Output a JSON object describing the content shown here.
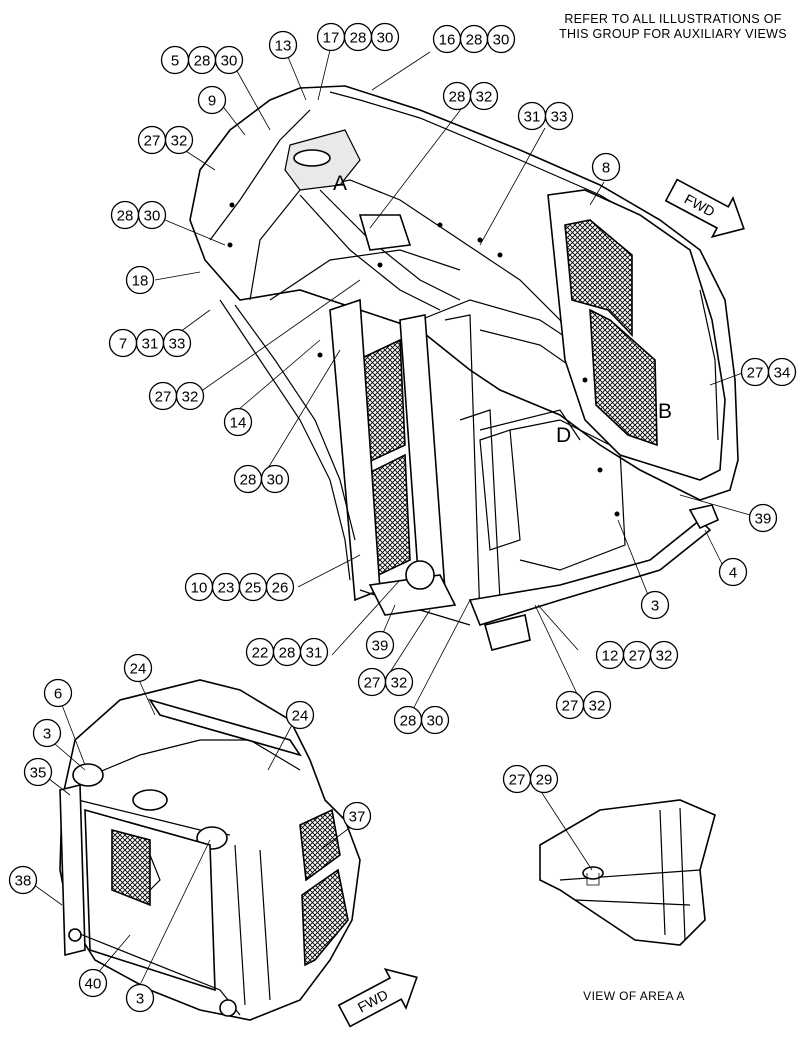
{
  "note": {
    "line1": "REFER TO ALL ILLUSTRATIONS OF",
    "line2": "THIS GROUP FOR AUXILIARY VIEWS"
  },
  "fwd_top": "FWD",
  "fwd_bottom": "FWD",
  "area_letters": {
    "a": "A",
    "b": "B",
    "d": "D"
  },
  "view_caption": "VIEW OF AREA A",
  "callouts": [
    {
      "id": "c01",
      "nums": [
        "5",
        "28",
        "30"
      ]
    },
    {
      "id": "c02",
      "nums": [
        "13"
      ]
    },
    {
      "id": "c03",
      "nums": [
        "17",
        "28",
        "30"
      ]
    },
    {
      "id": "c04",
      "nums": [
        "16",
        "28",
        "30"
      ]
    },
    {
      "id": "c05",
      "nums": [
        "9"
      ]
    },
    {
      "id": "c06",
      "nums": [
        "28",
        "32"
      ]
    },
    {
      "id": "c07",
      "nums": [
        "31",
        "33"
      ]
    },
    {
      "id": "c08",
      "nums": [
        "27",
        "32"
      ]
    },
    {
      "id": "c09",
      "nums": [
        "8"
      ]
    },
    {
      "id": "c10",
      "nums": [
        "28",
        "30"
      ]
    },
    {
      "id": "c11",
      "nums": [
        "18"
      ]
    },
    {
      "id": "c12",
      "nums": [
        "7",
        "31",
        "33"
      ]
    },
    {
      "id": "c13",
      "nums": [
        "27",
        "32"
      ]
    },
    {
      "id": "c14",
      "nums": [
        "27",
        "34"
      ]
    },
    {
      "id": "c15",
      "nums": [
        "14"
      ]
    },
    {
      "id": "c16",
      "nums": [
        "28",
        "30"
      ]
    },
    {
      "id": "c17",
      "nums": [
        "39"
      ]
    },
    {
      "id": "c18",
      "nums": [
        "10",
        "23",
        "25",
        "26"
      ]
    },
    {
      "id": "c19",
      "nums": [
        "4"
      ]
    },
    {
      "id": "c20",
      "nums": [
        "3"
      ]
    },
    {
      "id": "c21",
      "nums": [
        "22",
        "28",
        "31"
      ]
    },
    {
      "id": "c22",
      "nums": [
        "39"
      ]
    },
    {
      "id": "c23",
      "nums": [
        "12",
        "27",
        "32"
      ]
    },
    {
      "id": "c24",
      "nums": [
        "27",
        "32"
      ]
    },
    {
      "id": "c25",
      "nums": [
        "27",
        "32"
      ]
    },
    {
      "id": "c26",
      "nums": [
        "28",
        "30"
      ]
    },
    {
      "id": "c27",
      "nums": [
        "6"
      ]
    },
    {
      "id": "c28",
      "nums": [
        "24"
      ]
    },
    {
      "id": "c29",
      "nums": [
        "24"
      ]
    },
    {
      "id": "c30",
      "nums": [
        "3"
      ]
    },
    {
      "id": "c31",
      "nums": [
        "35"
      ]
    },
    {
      "id": "c32",
      "nums": [
        "27",
        "29"
      ]
    },
    {
      "id": "c33",
      "nums": [
        "37"
      ]
    },
    {
      "id": "c34",
      "nums": [
        "38"
      ]
    },
    {
      "id": "c35",
      "nums": [
        "40"
      ]
    },
    {
      "id": "c36",
      "nums": [
        "3"
      ]
    }
  ]
}
